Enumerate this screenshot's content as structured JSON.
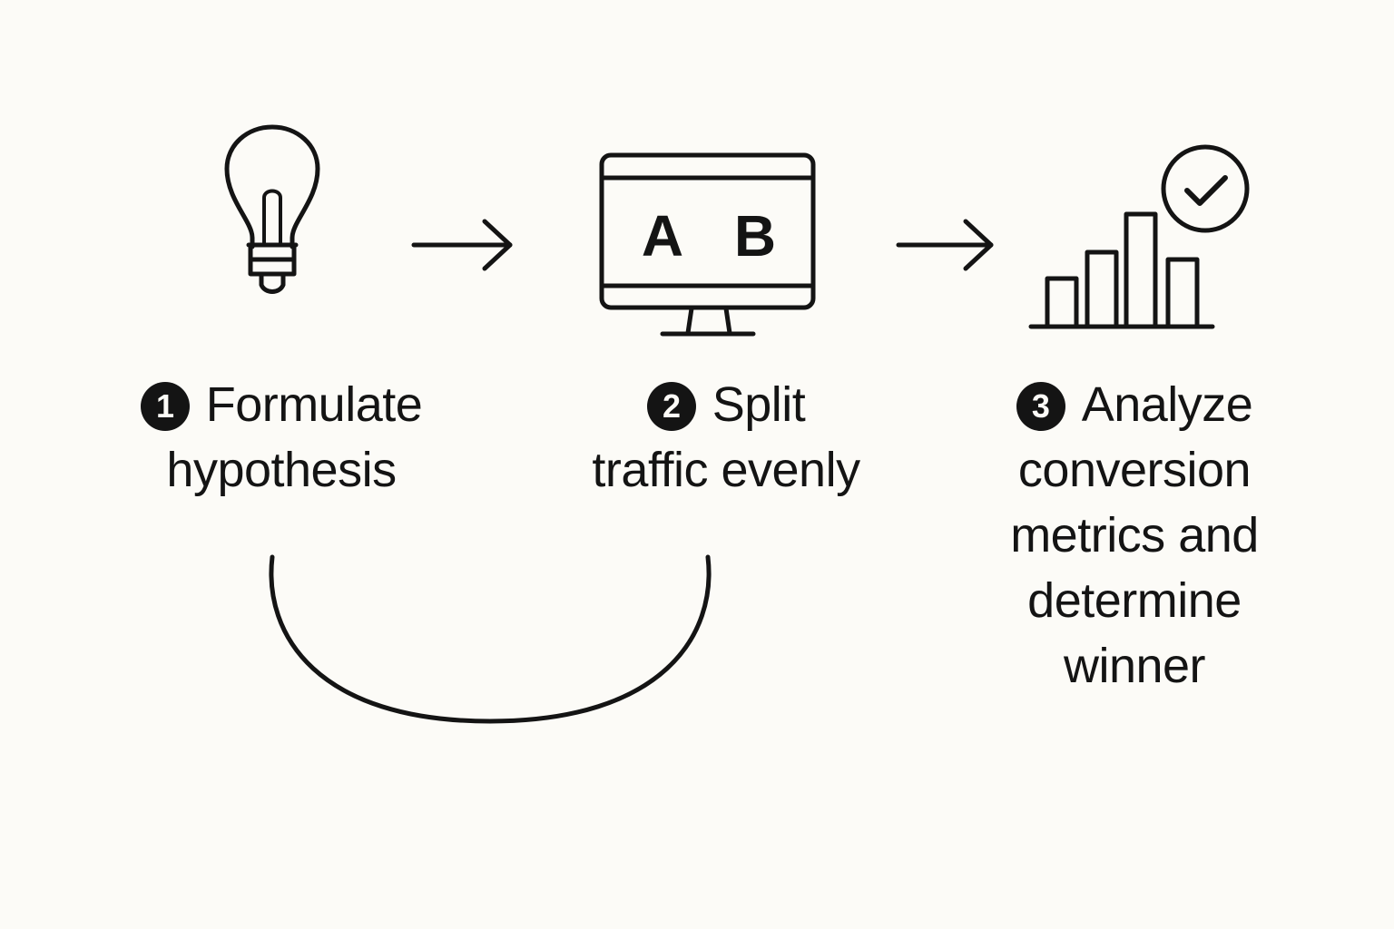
{
  "steps": [
    {
      "number": "1",
      "icon": "lightbulb-icon",
      "line1": "Formulate",
      "rest": "hypothesis"
    },
    {
      "number": "2",
      "icon": "ab-test-monitor-icon",
      "line1": "Split",
      "rest": "traffic evenly",
      "screen_letters": [
        "A",
        "B"
      ]
    },
    {
      "number": "3",
      "icon": "bar-chart-check-icon",
      "line1": "Analyze",
      "rest": [
        "conversion",
        "metrics and",
        "determine",
        "winner"
      ]
    }
  ],
  "colors": {
    "background": "#fcfbf7",
    "ink": "#141414"
  }
}
